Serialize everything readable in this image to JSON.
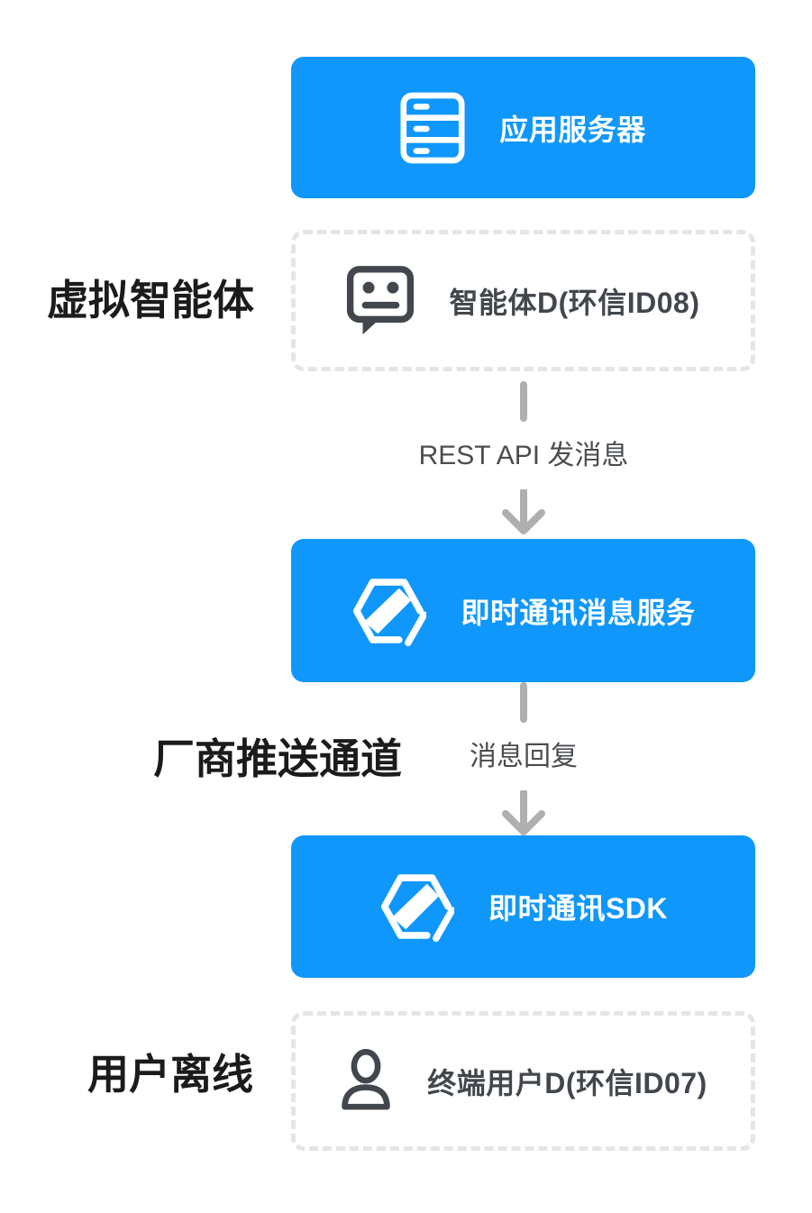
{
  "diagram": {
    "title_hint": "offline message push flow diagram",
    "background": "#FFFFFF"
  },
  "colors": {
    "primary_blue": "#0F97FC",
    "dark_slate": "#42474D",
    "label_black": "#1A1B1D",
    "arrow_gray": "#AFAFAF",
    "dashed_border": "#E3E5E7",
    "white": "#FFFFFF"
  },
  "side_labels": [
    {
      "text": "虚拟智能体"
    },
    {
      "text": "厂商推送通道"
    },
    {
      "text": "用户离线"
    }
  ],
  "nodes": [
    {
      "id": "app-server",
      "label": "应用服务器",
      "icon": "server-icon",
      "style": "solid-blue"
    },
    {
      "id": "virtual-agent",
      "label": "智能体D(环信ID08)",
      "icon": "robot-chat-icon",
      "style": "dashed"
    },
    {
      "id": "im-service",
      "label": "即时通讯消息服务",
      "icon": "easemob-hexagon-icon",
      "style": "solid-blue"
    },
    {
      "id": "im-sdk",
      "label": "即时通讯SDK",
      "icon": "easemob-hexagon-icon",
      "style": "solid-blue"
    },
    {
      "id": "end-user",
      "label": "终端用户D(环信ID07)",
      "icon": "user-icon",
      "style": "dashed"
    }
  ],
  "arrows": [
    {
      "label": "REST API 发消息"
    },
    {
      "label": "消息回复"
    }
  ]
}
